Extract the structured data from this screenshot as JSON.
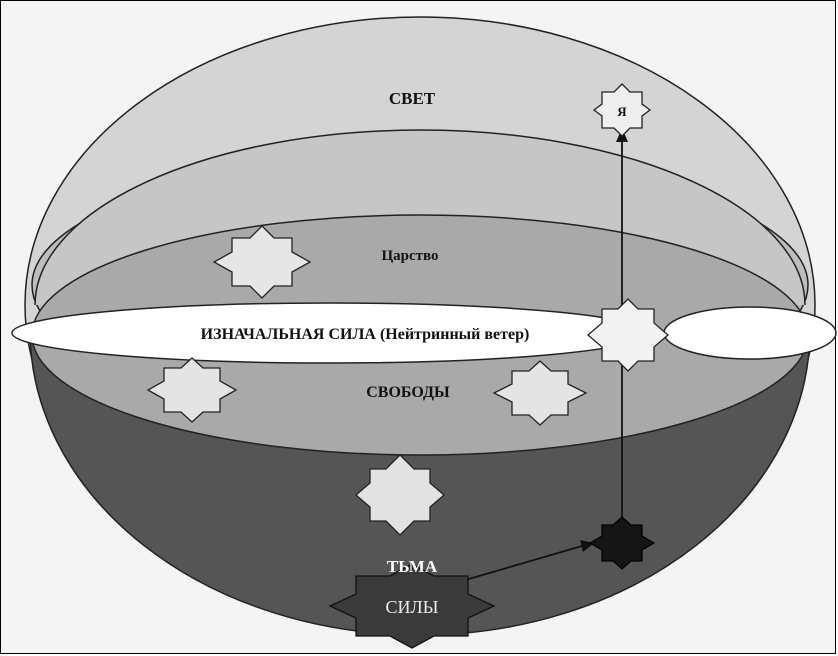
{
  "diagram": {
    "labels": {
      "light": "СВЕТ",
      "ya": "Я",
      "kingdom": "Царство",
      "primal_force": "ИЗНАЧАЛЬНАЯ СИЛА (Нейтринный ветер)",
      "freedom": "СВОБОДЫ",
      "darkness": "ТЬМА",
      "forces": "СИЛЫ"
    },
    "colors": {
      "outer_ellipse": "#d4d4d4",
      "kingdom_ellipse": "#b9b9b9",
      "lower_ellipse": "#4a4a4a",
      "freedom_ellipse": "#a8a8a8",
      "band": "#ffffff",
      "star_light": "#e8e8e8",
      "star_dark": "#1a1a1a",
      "star_forces": "#3a3a3a"
    }
  }
}
